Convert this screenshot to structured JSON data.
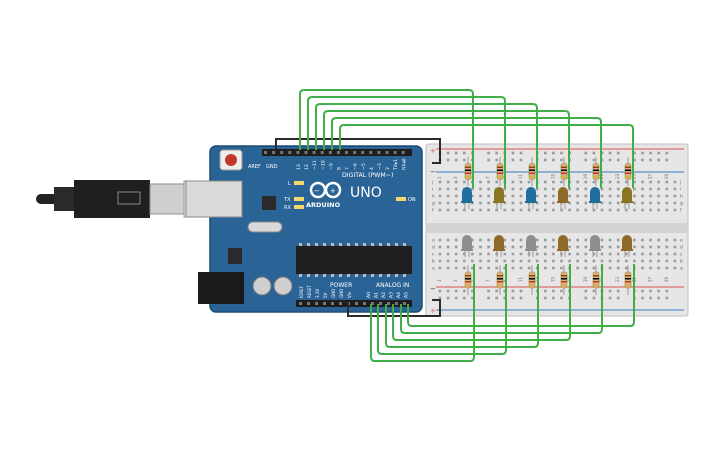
{
  "board": {
    "aref": "AREF",
    "gnd": "GND",
    "digital_pins": [
      "13",
      "12",
      "~11",
      "~10",
      "~9",
      "8",
      "7",
      "~6",
      "~5",
      "4",
      "~3",
      "2",
      "TX▸1",
      "RX◂0"
    ],
    "digital_label": "DIGITAL (PWM~)",
    "brand": "ARDUINO",
    "model": "UNO",
    "led_l": "L",
    "led_tx": "TX",
    "led_rx": "RX",
    "led_on": "ON",
    "power_label": "POWER",
    "analog_label": "ANALOG IN",
    "power_pins": [
      "IOREF",
      "RESET",
      "3.3V",
      "5V",
      "GND",
      "GND",
      "Vin"
    ],
    "analog_pins": [
      "A0",
      "A1",
      "A2",
      "A3",
      "A4",
      "A5"
    ]
  },
  "breadboard": {
    "col_labels": [
      "1",
      "3",
      "5",
      "7",
      "9",
      "11",
      "13",
      "15",
      "17",
      "19",
      "21",
      "23",
      "25",
      "27",
      "29"
    ],
    "row_labels_top": [
      "j",
      "i",
      "h",
      "g",
      "f"
    ],
    "row_labels_bottom": [
      "e",
      "d",
      "c",
      "b",
      "a"
    ]
  },
  "colors": {
    "board": "#2a6496",
    "wire_green": "#3fae46",
    "wire_black": "#2b2b2b",
    "led_blue": "#1f6e9c",
    "led_olive": "#8a7520",
    "led_gray": "#8e8e8e",
    "led_brown": "#8f6a26",
    "rail_red": "#d9534f",
    "rail_blue": "#3b7bbf"
  },
  "leds_top": [
    "led_blue",
    "led_olive",
    "led_blue",
    "led_brown",
    "led_blue",
    "led_olive"
  ],
  "leds_bottom": [
    "led_gray",
    "led_brown",
    "led_gray",
    "led_brown",
    "led_gray",
    "led_brown"
  ]
}
